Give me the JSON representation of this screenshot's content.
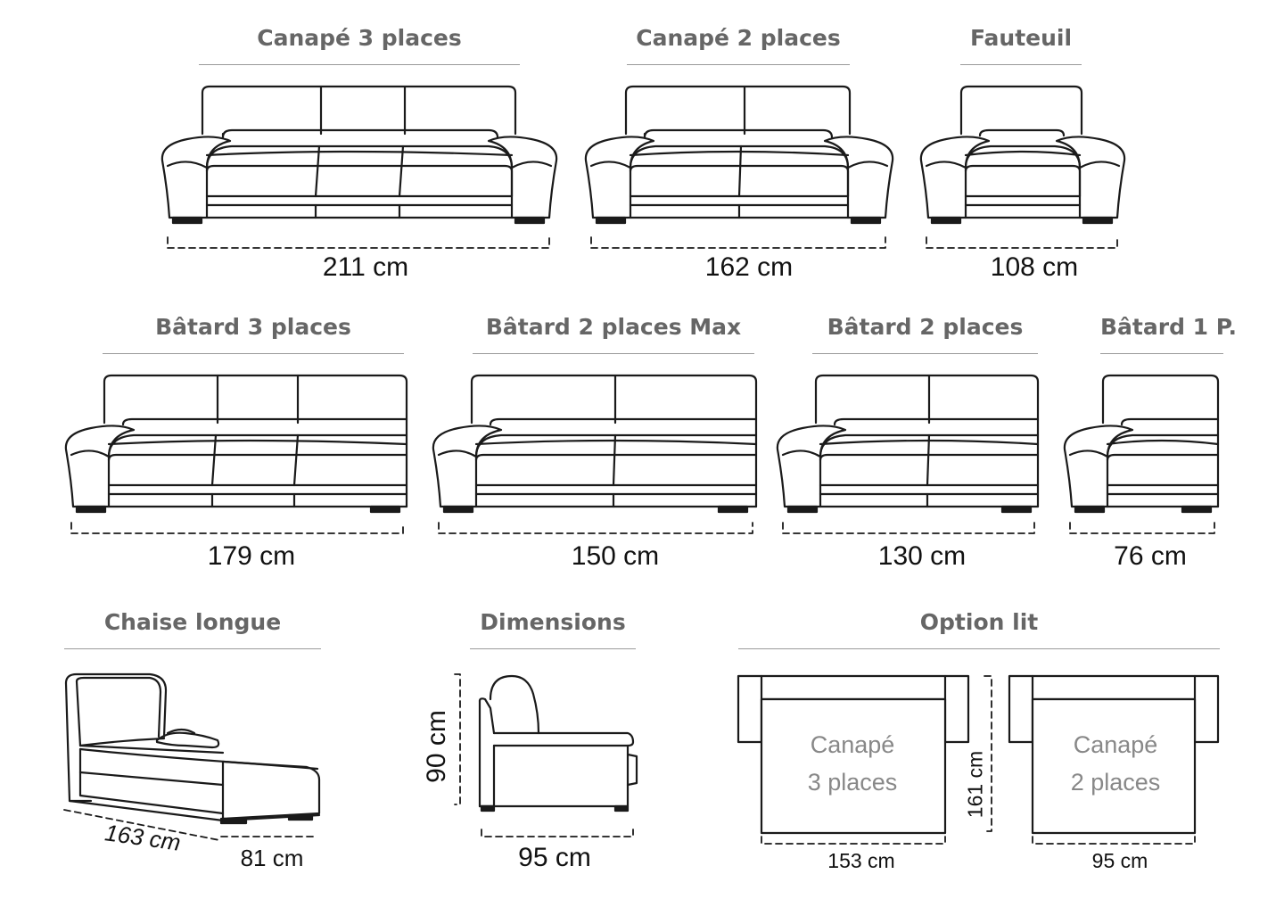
{
  "row1": {
    "sofa3": {
      "title": "Canapé 3 places",
      "width": "211 cm"
    },
    "sofa2": {
      "title": "Canapé 2 places",
      "width": "162 cm"
    },
    "armchair": {
      "title": "Fauteuil",
      "width": "108 cm"
    }
  },
  "row2": {
    "batard3": {
      "title": "Bâtard 3 places",
      "width": "179 cm"
    },
    "batard2max": {
      "title": "Bâtard 2 places Max",
      "width": "150 cm"
    },
    "batard2": {
      "title": "Bâtard 2 places",
      "width": "130 cm"
    },
    "batard1": {
      "title": "Bâtard 1 P.",
      "width": "76 cm"
    }
  },
  "row3": {
    "chaise": {
      "title": "Chaise longue",
      "length": "163 cm",
      "width": "81 cm"
    },
    "dimensions": {
      "title": "Dimensions",
      "height": "90 cm",
      "depth": "95 cm"
    },
    "bed": {
      "title": "Option lit",
      "depth": "161 cm",
      "bed3": {
        "line1": "Canapé",
        "line2": "3 places",
        "width": "153 cm"
      },
      "bed2": {
        "line1": "Canapé",
        "line2": "2 places",
        "width": "95 cm"
      }
    }
  }
}
